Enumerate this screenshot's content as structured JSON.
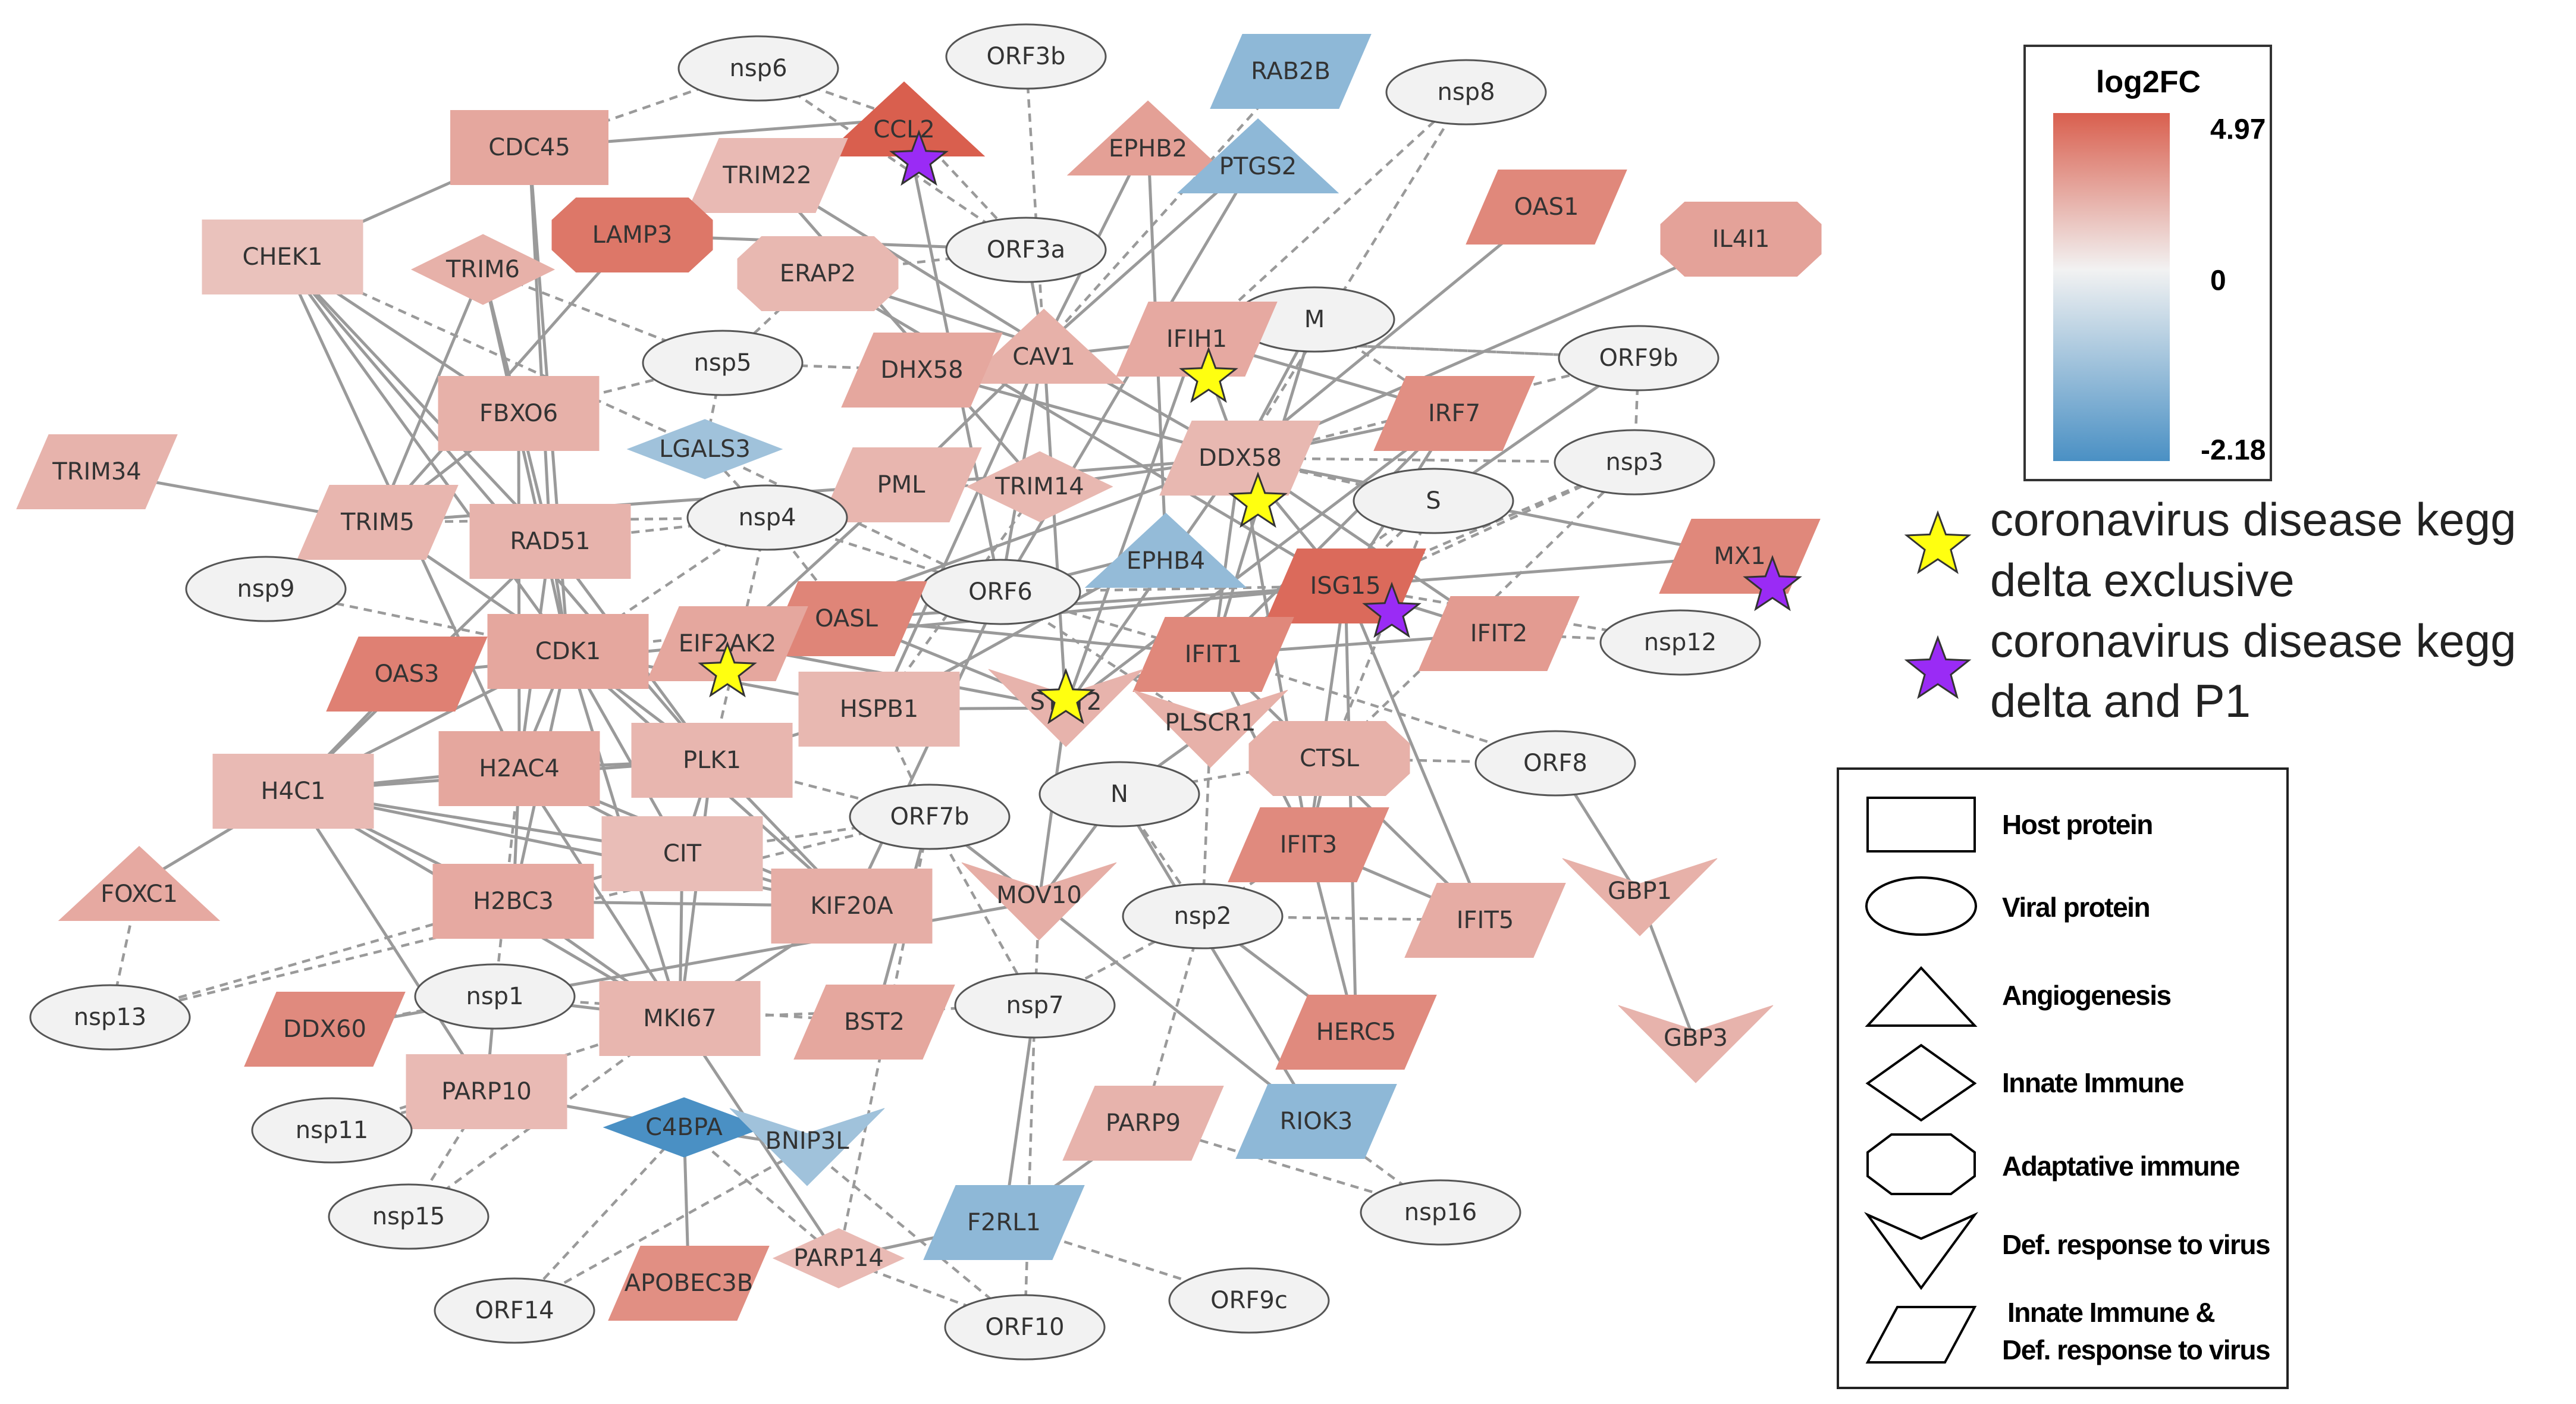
{
  "colors": {
    "up_max": "#d95f4e",
    "mid": "#f2f2f2",
    "down_min": "#4a90c4",
    "viral_fill": "#f2f2f2",
    "edge": "#9a9a9a",
    "star_delta_exclusive": "#ffff10",
    "star_delta_and_p1": "#9a2bf5"
  },
  "colorbar": {
    "title": "log2FC",
    "max_label": "4.97",
    "mid_label": "0",
    "min_label": "-2.18"
  },
  "star_legend": [
    {
      "star": "delta_exclusive",
      "lines": [
        "coronavirus disease kegg",
        "delta exclusive"
      ]
    },
    {
      "star": "delta_and_p1",
      "lines": [
        "coronavirus disease kegg",
        "delta and P1"
      ]
    }
  ],
  "shape_legend": [
    {
      "shape": "rect",
      "label": "Host protein"
    },
    {
      "shape": "ellipse",
      "label": "Viral protein"
    },
    {
      "shape": "triangle",
      "label": "Angiogenesis"
    },
    {
      "shape": "diamond",
      "label": "Innate Immune"
    },
    {
      "shape": "octagon",
      "label": "Adaptative immune"
    },
    {
      "shape": "vee",
      "label": "Def. response to virus"
    },
    {
      "shape": "parallelogram",
      "label": [
        "Innate Immune  &",
        "Def. response to virus"
      ]
    }
  ],
  "nodes": [
    {
      "id": "nsp6",
      "shape": "ellipse",
      "fc": null
    },
    {
      "id": "ORF3b",
      "shape": "ellipse",
      "fc": null
    },
    {
      "id": "RAB2B",
      "shape": "parallelogram",
      "fc": -1.0
    },
    {
      "id": "nsp8",
      "shape": "ellipse",
      "fc": null
    },
    {
      "id": "CDC45",
      "shape": "rect",
      "fc": 2.0
    },
    {
      "id": "CCL2",
      "shape": "triangle",
      "fc": 4.97,
      "star": "delta_and_p1"
    },
    {
      "id": "EPHB2",
      "shape": "triangle",
      "fc": 2.3
    },
    {
      "id": "PTGS2",
      "shape": "triangle",
      "fc": -1.0
    },
    {
      "id": "TRIM22",
      "shape": "parallelogram",
      "fc": 1.2
    },
    {
      "id": "LAMP3",
      "shape": "octagon",
      "fc": 4.0
    },
    {
      "id": "OAS1",
      "shape": "parallelogram",
      "fc": 3.3
    },
    {
      "id": "IL4I1",
      "shape": "octagon",
      "fc": 2.2
    },
    {
      "id": "CHEK1",
      "shape": "rect",
      "fc": 0.9
    },
    {
      "id": "TRIM6",
      "shape": "diamond",
      "fc": 1.6
    },
    {
      "id": "ERAP2",
      "shape": "octagon",
      "fc": 1.3
    },
    {
      "id": "ORF3a",
      "shape": "ellipse",
      "fc": null
    },
    {
      "id": "M",
      "shape": "ellipse",
      "fc": null
    },
    {
      "id": "IFIH1",
      "shape": "parallelogram",
      "fc": 1.9,
      "star": "delta_exclusive"
    },
    {
      "id": "CAV1",
      "shape": "triangle",
      "fc": 1.6
    },
    {
      "id": "DHX58",
      "shape": "parallelogram",
      "fc": 2.0
    },
    {
      "id": "nsp5",
      "shape": "ellipse",
      "fc": null
    },
    {
      "id": "ORF9b",
      "shape": "ellipse",
      "fc": null
    },
    {
      "id": "FBXO6",
      "shape": "rect",
      "fc": 1.6
    },
    {
      "id": "IRF7",
      "shape": "parallelogram",
      "fc": 3.0
    },
    {
      "id": "LGALS3",
      "shape": "diamond",
      "fc": -0.7
    },
    {
      "id": "TRIM34",
      "shape": "parallelogram",
      "fc": 1.5
    },
    {
      "id": "DDX58",
      "shape": "parallelogram",
      "fc": 1.3,
      "star": "delta_exclusive"
    },
    {
      "id": "nsp3",
      "shape": "ellipse",
      "fc": null
    },
    {
      "id": "PML",
      "shape": "parallelogram",
      "fc": 1.4
    },
    {
      "id": "TRIM14",
      "shape": "diamond",
      "fc": 1.3
    },
    {
      "id": "S",
      "shape": "ellipse",
      "fc": null
    },
    {
      "id": "TRIM5",
      "shape": "parallelogram",
      "fc": 1.4
    },
    {
      "id": "RAD51",
      "shape": "rect",
      "fc": 1.5
    },
    {
      "id": "nsp4",
      "shape": "ellipse",
      "fc": null
    },
    {
      "id": "EPHB4",
      "shape": "triangle",
      "fc": -0.9
    },
    {
      "id": "MX1",
      "shape": "parallelogram",
      "fc": 3.3,
      "star": "delta_and_p1"
    },
    {
      "id": "nsp9",
      "shape": "ellipse",
      "fc": null
    },
    {
      "id": "ORF6",
      "shape": "ellipse",
      "fc": null
    },
    {
      "id": "ISG15",
      "shape": "parallelogram",
      "fc": 4.5,
      "star": "delta_and_p1"
    },
    {
      "id": "IFIT2",
      "shape": "parallelogram",
      "fc": 2.5
    },
    {
      "id": "nsp12",
      "shape": "ellipse",
      "fc": null
    },
    {
      "id": "OASL",
      "shape": "parallelogram",
      "fc": 3.4
    },
    {
      "id": "OAS3",
      "shape": "parallelogram",
      "fc": 3.6
    },
    {
      "id": "CDK1",
      "shape": "rect",
      "fc": 2.0
    },
    {
      "id": "EIF2AK2",
      "shape": "parallelogram",
      "fc": 2.0,
      "star": "delta_exclusive"
    },
    {
      "id": "IFIT1",
      "shape": "parallelogram",
      "fc": 3.3
    },
    {
      "id": "HSPB1",
      "shape": "rect",
      "fc": 1.3
    },
    {
      "id": "STAT2",
      "shape": "vee",
      "fc": 1.5,
      "star": "delta_exclusive"
    },
    {
      "id": "PLSCR1",
      "shape": "vee",
      "fc": 1.6
    },
    {
      "id": "CTSL",
      "shape": "octagon",
      "fc": 1.6
    },
    {
      "id": "ORF8",
      "shape": "ellipse",
      "fc": null
    },
    {
      "id": "PLK1",
      "shape": "rect",
      "fc": 1.4
    },
    {
      "id": "H2AC4",
      "shape": "rect",
      "fc": 2.0
    },
    {
      "id": "H4C1",
      "shape": "rect",
      "fc": 1.2
    },
    {
      "id": "N",
      "shape": "ellipse",
      "fc": null
    },
    {
      "id": "ORF7b",
      "shape": "ellipse",
      "fc": null
    },
    {
      "id": "CIT",
      "shape": "rect",
      "fc": 1.1
    },
    {
      "id": "IFIT3",
      "shape": "parallelogram",
      "fc": 3.2
    },
    {
      "id": "GBP1",
      "shape": "vee",
      "fc": 1.6
    },
    {
      "id": "FOXC1",
      "shape": "triangle",
      "fc": 1.9
    },
    {
      "id": "H2BC3",
      "shape": "rect",
      "fc": 1.9
    },
    {
      "id": "KIF20A",
      "shape": "rect",
      "fc": 1.7
    },
    {
      "id": "MOV10",
      "shape": "vee",
      "fc": 1.7
    },
    {
      "id": "nsp2",
      "shape": "ellipse",
      "fc": null
    },
    {
      "id": "IFIT5",
      "shape": "parallelogram",
      "fc": 1.8
    },
    {
      "id": "nsp13",
      "shape": "ellipse",
      "fc": null
    },
    {
      "id": "nsp1",
      "shape": "ellipse",
      "fc": null
    },
    {
      "id": "MKI67",
      "shape": "rect",
      "fc": 1.4
    },
    {
      "id": "DDX60",
      "shape": "parallelogram",
      "fc": 3.2
    },
    {
      "id": "BST2",
      "shape": "parallelogram",
      "fc": 2.0
    },
    {
      "id": "nsp7",
      "shape": "ellipse",
      "fc": null
    },
    {
      "id": "HERC5",
      "shape": "parallelogram",
      "fc": 3.2
    },
    {
      "id": "GBP3",
      "shape": "vee",
      "fc": 1.5
    },
    {
      "id": "PARP10",
      "shape": "rect",
      "fc": 1.2
    },
    {
      "id": "C4BPA",
      "shape": "diamond",
      "fc": -2.18
    },
    {
      "id": "BNIP3L",
      "shape": "vee",
      "fc": -0.7
    },
    {
      "id": "PARP9",
      "shape": "parallelogram",
      "fc": 1.5
    },
    {
      "id": "RIOK3",
      "shape": "parallelogram",
      "fc": -1.0
    },
    {
      "id": "nsp11",
      "shape": "ellipse",
      "fc": null
    },
    {
      "id": "F2RL1",
      "shape": "parallelogram",
      "fc": -1.0
    },
    {
      "id": "nsp16",
      "shape": "ellipse",
      "fc": null
    },
    {
      "id": "nsp15",
      "shape": "ellipse",
      "fc": null
    },
    {
      "id": "PARP14",
      "shape": "diamond",
      "fc": 1.2
    },
    {
      "id": "APOBEC3B",
      "shape": "parallelogram",
      "fc": 3.0
    },
    {
      "id": "ORF14",
      "shape": "ellipse",
      "fc": null
    },
    {
      "id": "ORF10",
      "shape": "ellipse",
      "fc": null
    },
    {
      "id": "ORF9c",
      "shape": "ellipse",
      "fc": null
    }
  ],
  "edges": {
    "solid": [
      [
        "CDC45",
        "CHEK1"
      ],
      [
        "CDC45",
        "CCL2"
      ],
      [
        "CDC45",
        "RAD51"
      ],
      [
        "CDC45",
        "CDK1"
      ],
      [
        "CHEK1",
        "FBXO6"
      ],
      [
        "CHEK1",
        "RAD51"
      ],
      [
        "CHEK1",
        "CDK1"
      ],
      [
        "CHEK1",
        "PLK1"
      ],
      [
        "CHEK1",
        "H2AC4"
      ],
      [
        "TRIM6",
        "FBXO6"
      ],
      [
        "TRIM6",
        "TRIM5"
      ],
      [
        "TRIM6",
        "CDK1"
      ],
      [
        "LAMP3",
        "ORF3a"
      ],
      [
        "LAMP3",
        "TRIM5"
      ],
      [
        "TRIM22",
        "TRIM14"
      ],
      [
        "TRIM22",
        "CAV1"
      ],
      [
        "ERAP2",
        "ISG15"
      ],
      [
        "ERAP2",
        "CAV1"
      ],
      [
        "ORF3a",
        "CAV1"
      ],
      [
        "EPHB2",
        "CAV1"
      ],
      [
        "EPHB2",
        "EPHB4"
      ],
      [
        "PTGS2",
        "CAV1"
      ],
      [
        "PTGS2",
        "ORF6"
      ],
      [
        "CAV1",
        "ORF6"
      ],
      [
        "CAV1",
        "HSPB1"
      ],
      [
        "CAV1",
        "STAT2"
      ],
      [
        "CAV1",
        "PML"
      ],
      [
        "CAV1",
        "DDX58"
      ],
      [
        "DHX58",
        "DDX58"
      ],
      [
        "DHX58",
        "IFIH1"
      ],
      [
        "IFIH1",
        "DDX58"
      ],
      [
        "IFIH1",
        "IRF7"
      ],
      [
        "IFIH1",
        "STAT2"
      ],
      [
        "M",
        "DDX58"
      ],
      [
        "M",
        "IFIT1"
      ],
      [
        "OAS1",
        "DDX58"
      ],
      [
        "IL4I1",
        "DDX58"
      ],
      [
        "DDX58",
        "IRF7"
      ],
      [
        "DDX58",
        "ISG15"
      ],
      [
        "DDX58",
        "IFIT1"
      ],
      [
        "DDX58",
        "IFIT2"
      ],
      [
        "DDX58",
        "IFIT3"
      ],
      [
        "DDX58",
        "STAT2"
      ],
      [
        "DDX58",
        "TRIM14"
      ],
      [
        "DDX58",
        "PML"
      ],
      [
        "DDX58",
        "EIF2AK2"
      ],
      [
        "DDX58",
        "MX1"
      ],
      [
        "IRF7",
        "ISG15"
      ],
      [
        "IRF7",
        "STAT2"
      ],
      [
        "IRF7",
        "IFIT1"
      ],
      [
        "ISG15",
        "IFIT1"
      ],
      [
        "ISG15",
        "IFIT2"
      ],
      [
        "ISG15",
        "IFIT3"
      ],
      [
        "ISG15",
        "IFIT5"
      ],
      [
        "ISG15",
        "HERC5"
      ],
      [
        "ISG15",
        "STAT2"
      ],
      [
        "ISG15",
        "OASL"
      ],
      [
        "ISG15",
        "EIF2AK2"
      ],
      [
        "ISG15",
        "MX1"
      ],
      [
        "IFIT1",
        "IFIT3"
      ],
      [
        "IFIT1",
        "IFIT2"
      ],
      [
        "IFIT1",
        "IFIT5"
      ],
      [
        "IFIT3",
        "IFIT5"
      ],
      [
        "IFIT3",
        "HERC5"
      ],
      [
        "OASL",
        "STAT2"
      ],
      [
        "OASL",
        "IFIT1"
      ],
      [
        "OASL",
        "EIF2AK2"
      ],
      [
        "OAS3",
        "EIF2AK2"
      ],
      [
        "OAS3",
        "H4C1"
      ],
      [
        "EIF2AK2",
        "STAT2"
      ],
      [
        "EIF2AK2",
        "PML"
      ],
      [
        "STAT2",
        "MOV10"
      ],
      [
        "STAT2",
        "HSPB1"
      ],
      [
        "PML",
        "TRIM5"
      ],
      [
        "TRIM34",
        "TRIM5"
      ],
      [
        "TRIM5",
        "CDK1"
      ],
      [
        "TRIM5",
        "FBXO6"
      ],
      [
        "RAD51",
        "CDK1"
      ],
      [
        "RAD51",
        "PLK1"
      ],
      [
        "RAD51",
        "H2AC4"
      ],
      [
        "RAD51",
        "H4C1"
      ],
      [
        "FBXO6",
        "H2AC4"
      ],
      [
        "FBXO6",
        "RAD51"
      ],
      [
        "CDK1",
        "PLK1"
      ],
      [
        "CDK1",
        "H2AC4"
      ],
      [
        "CDK1",
        "H2BC3"
      ],
      [
        "CDK1",
        "CIT"
      ],
      [
        "CDK1",
        "KIF20A"
      ],
      [
        "CDK1",
        "MKI67"
      ],
      [
        "CDK1",
        "HSPB1"
      ],
      [
        "CDK1",
        "H4C1"
      ],
      [
        "PLK1",
        "H4C1"
      ],
      [
        "PLK1",
        "CIT"
      ],
      [
        "PLK1",
        "KIF20A"
      ],
      [
        "PLK1",
        "MKI67"
      ],
      [
        "PLK1",
        "HSPB1"
      ],
      [
        "PLK1",
        "H2AC4"
      ],
      [
        "H2AC4",
        "H4C1"
      ],
      [
        "H2AC4",
        "H2BC3"
      ],
      [
        "H2AC4",
        "CIT"
      ],
      [
        "H2AC4",
        "KIF20A"
      ],
      [
        "H2AC4",
        "MKI67"
      ],
      [
        "H4C1",
        "H2BC3"
      ],
      [
        "H4C1",
        "CIT"
      ],
      [
        "H4C1",
        "KIF20A"
      ],
      [
        "H4C1",
        "MKI67"
      ],
      [
        "H4C1",
        "FOXC1"
      ],
      [
        "H4C1",
        "PARP10"
      ],
      [
        "H2BC3",
        "CIT"
      ],
      [
        "H2BC3",
        "KIF20A"
      ],
      [
        "H2BC3",
        "MKI67"
      ],
      [
        "CIT",
        "KIF20A"
      ],
      [
        "CIT",
        "MKI67"
      ],
      [
        "KIF20A",
        "MKI67"
      ],
      [
        "KIF20A",
        "ORF6"
      ],
      [
        "MOV10",
        "ORF7b"
      ],
      [
        "MOV10",
        "N"
      ],
      [
        "MOV10",
        "RIOK3"
      ],
      [
        "MOV10",
        "DDX60"
      ],
      [
        "N",
        "RIOK3"
      ],
      [
        "N",
        "PLSCR1"
      ],
      [
        "CTSL",
        "IFIT3"
      ],
      [
        "ORF8",
        "GBP1"
      ],
      [
        "GBP1",
        "GBP3"
      ],
      [
        "C4BPA",
        "APOBEC3B"
      ],
      [
        "C4BPA",
        "PARP10"
      ],
      [
        "C4BPA",
        "BNIP3L"
      ],
      [
        "PARP14",
        "F2RL1"
      ],
      [
        "F2RL1",
        "nsp7"
      ],
      [
        "PARP9",
        "F2RL1"
      ],
      [
        "EPHB4",
        "HSPB1"
      ],
      [
        "EPHB4",
        "ORF6"
      ],
      [
        "BST2",
        "ORF7b"
      ],
      [
        "ORF9b",
        "S"
      ],
      [
        "nsp1",
        "PARP10"
      ],
      [
        "nsp1",
        "MKI67"
      ],
      [
        "CCL2",
        "ORF6"
      ],
      [
        "nsp4",
        "PML"
      ],
      [
        "MKI67",
        "PARP14"
      ],
      [
        "nsp2",
        "HERC5"
      ]
    ],
    "dashed": [
      [
        "nsp6",
        "CCL2"
      ],
      [
        "nsp6",
        "ORF3a"
      ],
      [
        "ORF3b",
        "CAV1"
      ],
      [
        "RAB2B",
        "CAV1"
      ],
      [
        "nsp8",
        "IFIH1"
      ],
      [
        "nsp8",
        "DDX58"
      ],
      [
        "nsp5",
        "LGALS3"
      ],
      [
        "nsp5",
        "ERAP2"
      ],
      [
        "nsp5",
        "TRIM6"
      ],
      [
        "nsp5",
        "FBXO6"
      ],
      [
        "ORF3a",
        "CAV1"
      ],
      [
        "ORF3a",
        "CCL2"
      ],
      [
        "LGALS3",
        "CHEK1"
      ],
      [
        "LGALS3",
        "nsp4"
      ],
      [
        "LGALS3",
        "ORF6"
      ],
      [
        "nsp4",
        "TRIM5"
      ],
      [
        "nsp4",
        "RAD51"
      ],
      [
        "nsp4",
        "OASL"
      ],
      [
        "nsp4",
        "CDK1"
      ],
      [
        "nsp4",
        "ORF6"
      ],
      [
        "nsp9",
        "CDK1"
      ],
      [
        "ORF6",
        "ISG15"
      ],
      [
        "ORF6",
        "PLSCR1"
      ],
      [
        "ORF6",
        "IFIT1"
      ],
      [
        "M",
        "IRF7"
      ],
      [
        "ORF9b",
        "nsp3"
      ],
      [
        "ORF9b",
        "IFIH1"
      ],
      [
        "ORF9b",
        "DDX58"
      ],
      [
        "nsp3",
        "DDX58"
      ],
      [
        "nsp3",
        "IFIT1"
      ],
      [
        "nsp3",
        "CTSL"
      ],
      [
        "nsp3",
        "ISG15"
      ],
      [
        "S",
        "CTSL"
      ],
      [
        "S",
        "ISG15"
      ],
      [
        "S",
        "DDX58"
      ],
      [
        "S",
        "IFIT1"
      ],
      [
        "nsp12",
        "IFIT2"
      ],
      [
        "nsp12",
        "ISG15"
      ],
      [
        "ORF8",
        "CTSL"
      ],
      [
        "ORF8",
        "IFIT1"
      ],
      [
        "N",
        "CTSL"
      ],
      [
        "N",
        "nsp2"
      ],
      [
        "ORF7b",
        "nsp7"
      ],
      [
        "ORF7b",
        "BST2"
      ],
      [
        "ORF7b",
        "HSPB1"
      ],
      [
        "nsp2",
        "IFIT5"
      ],
      [
        "nsp2",
        "IFIT3"
      ],
      [
        "nsp2",
        "PLSCR1"
      ],
      [
        "nsp2",
        "PARP9"
      ],
      [
        "nsp13",
        "FOXC1"
      ],
      [
        "nsp13",
        "H2BC3"
      ],
      [
        "nsp13",
        "ORF7b"
      ],
      [
        "nsp11",
        "PARP10"
      ],
      [
        "nsp11",
        "MKI67"
      ],
      [
        "nsp15",
        "PARP10"
      ],
      [
        "nsp15",
        "MKI67"
      ],
      [
        "ORF14",
        "BNIP3L"
      ],
      [
        "ORF14",
        "C4BPA"
      ],
      [
        "ORF10",
        "PARP14"
      ],
      [
        "ORF10",
        "BNIP3L"
      ],
      [
        "ORF10",
        "nsp7"
      ],
      [
        "ORF9c",
        "F2RL1"
      ],
      [
        "nsp16",
        "PARP9"
      ],
      [
        "nsp16",
        "RIOK3"
      ],
      [
        "nsp1",
        "DDX60"
      ],
      [
        "nsp1",
        "BST2"
      ],
      [
        "nsp7",
        "MOV10"
      ],
      [
        "nsp7",
        "nsp2"
      ],
      [
        "PARP14",
        "ORF7b"
      ],
      [
        "PARP14",
        "C4BPA"
      ],
      [
        "HSPB1",
        "STAT2"
      ],
      [
        "DHX58",
        "nsp5"
      ],
      [
        "TRIM14",
        "PML"
      ],
      [
        "TRIM14",
        "HSPB1"
      ],
      [
        "IFIH1",
        "ORF9b"
      ],
      [
        "ERAP2",
        "ORF3a"
      ],
      [
        "nsp6",
        "CDC45"
      ],
      [
        "CDK1",
        "OASL"
      ],
      [
        "MKI67",
        "nsp7"
      ],
      [
        "CIT",
        "ORF7b"
      ],
      [
        "PLK1",
        "ORF7b"
      ],
      [
        "PLK1",
        "nsp4"
      ],
      [
        "H2AC4",
        "nsp1"
      ]
    ]
  }
}
